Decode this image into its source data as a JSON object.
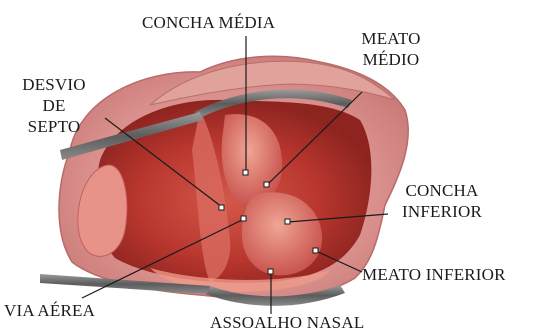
{
  "labels": {
    "concha_media": "CONCHA MÉDIA",
    "meato_medio_1": "MEATO",
    "meato_medio_2": "MÉDIO",
    "desvio_1": "DESVIO",
    "desvio_2": "DE",
    "desvio_3": "SEPTO",
    "concha_inferior_1": "CONCHA",
    "concha_inferior_2": "INFERIOR",
    "meato_inferior": "MEATO INFERIOR",
    "via_aerea": "VIA AÉREA",
    "assoalho_nasal": "ASSOALHO NASAL"
  },
  "colors": {
    "tissue_outer": "#d98f8c",
    "tissue_mid": "#c9554f",
    "cavity": "#b8362e",
    "highlight": "#ee9a8a",
    "instrument": "#6f6f6f",
    "leader": "#1a1a1a"
  }
}
